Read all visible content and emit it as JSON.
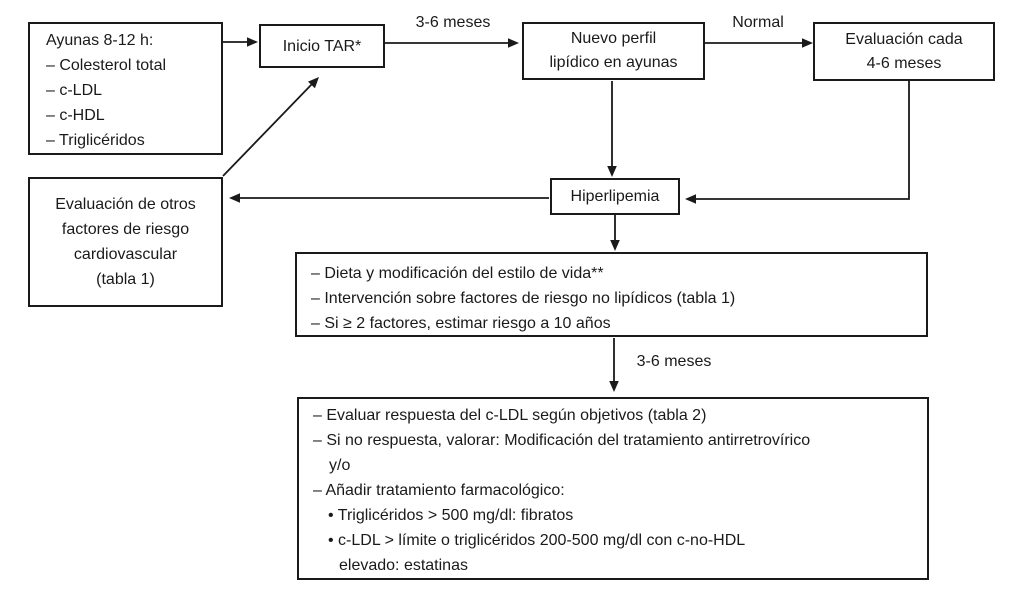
{
  "colors": {
    "background": "#ffffff",
    "line": "#1a1a1a",
    "text": "#1a1a1a"
  },
  "nodes": {
    "fasting_panel": {
      "lines": [
        "Ayunas 8-12 h:",
        "– Colesterol total",
        "– c-LDL",
        "– c-HDL",
        "– Triglicéridos"
      ]
    },
    "inicio_tar": {
      "label": "Inicio TAR*"
    },
    "nuevo_perfil": {
      "lines": [
        "Nuevo perfil",
        "lipídico en ayunas"
      ]
    },
    "evaluacion_periodica": {
      "lines": [
        "Evaluación cada",
        "4-6 meses"
      ]
    },
    "hiperlipemia": {
      "label": "Hiperlipemia"
    },
    "otros_factores": {
      "lines": [
        "Evaluación de otros",
        "factores de riesgo",
        "cardiovascular",
        "(tabla 1)"
      ]
    },
    "intervencion_inicial": {
      "lines": [
        "– Dieta y modificación del estilo de vida**",
        "– Intervención sobre factores de riesgo no lipídicos (tabla 1)",
        "– Si ≥ 2 factores, estimar riesgo a 10 años"
      ]
    },
    "evaluacion_respuesta": {
      "lines": [
        "– Evaluar respuesta del c-LDL según objetivos (tabla 2)",
        "– Si no respuesta, valorar: Modificación del tratamiento antirretrovírico",
        "y/o",
        "– Añadir tratamiento farmacológico:",
        "• Triglicéridos > 500 mg/dl: fibratos",
        "• c-LDL > límite o triglicéridos 200-500 mg/dl con c-no-HDL",
        "elevado: estatinas"
      ]
    }
  },
  "edge_labels": {
    "inicio_a_perfil": "3-6 meses",
    "perfil_a_evaluacion": "Normal",
    "intervencion_a_respuesta": "3-6 meses"
  }
}
